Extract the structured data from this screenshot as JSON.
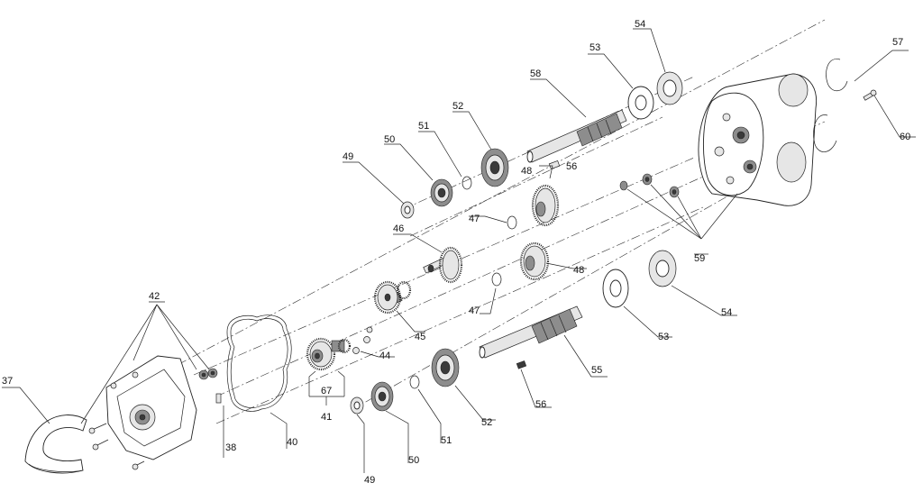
{
  "labels": {
    "p37": "37",
    "p38": "38",
    "p40": "40",
    "p41": "41",
    "p42": "42",
    "p44": "44",
    "p45": "45",
    "p46": "46",
    "p47a": "47",
    "p47b": "47",
    "p48a": "48",
    "p48b": "48",
    "p49a": "49",
    "p49b": "49",
    "p50a": "50",
    "p50b": "50",
    "p51a": "51",
    "p51b": "51",
    "p52a": "52",
    "p52b": "52",
    "p53a": "53",
    "p53b": "53",
    "p54a": "54",
    "p54b": "54",
    "p55": "55",
    "p56a": "56",
    "p56b": "56",
    "p57": "57",
    "p58": "58",
    "p59": "59",
    "p60": "60",
    "p67": "67"
  }
}
